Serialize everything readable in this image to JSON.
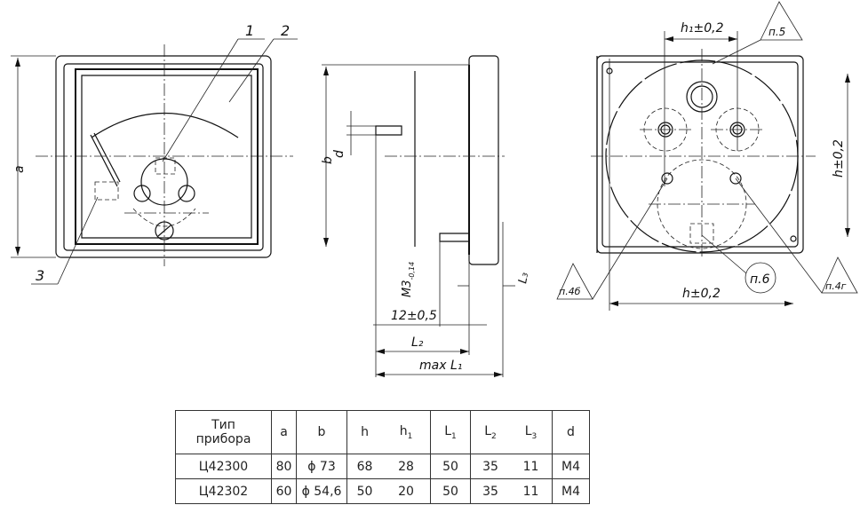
{
  "drawing": {
    "front_view": {
      "callouts": [
        "1",
        "2",
        "3"
      ],
      "dim_a": "a"
    },
    "side_view": {
      "dim_b": "b",
      "dim_d": "d",
      "thread": "М3",
      "thread_tol": "-0,14",
      "dim_12": "12±0,5",
      "dim_L2": "L₂",
      "dim_L1": "max L₁",
      "dim_L3": "L₃"
    },
    "rear_view": {
      "dim_h1": "h₁±0,2",
      "dim_h_vert": "h±0,2",
      "dim_h_horiz": "h±0,2",
      "note_5": "п.5",
      "note_6": "п.6",
      "note_4b": "п.4б",
      "note_4g": "п.4г"
    }
  },
  "table": {
    "headers": [
      {
        "base": "Тип\nприбора",
        "sub": ""
      },
      {
        "base": "a",
        "sub": ""
      },
      {
        "base": "b",
        "sub": ""
      },
      {
        "base": "h",
        "sub": ""
      },
      {
        "base": "h",
        "sub": "1"
      },
      {
        "base": "L",
        "sub": "1"
      },
      {
        "base": "L",
        "sub": "2"
      },
      {
        "base": "L",
        "sub": "3"
      },
      {
        "base": "d",
        "sub": ""
      }
    ],
    "rows": [
      [
        "Ц42300",
        "80",
        "ϕ 73",
        "68",
        "28",
        "50",
        "35",
        "11",
        "М4"
      ],
      [
        "Ц42302",
        "60",
        "ϕ 54,6",
        "50",
        "20",
        "50",
        "35",
        "11",
        "М4"
      ]
    ]
  }
}
